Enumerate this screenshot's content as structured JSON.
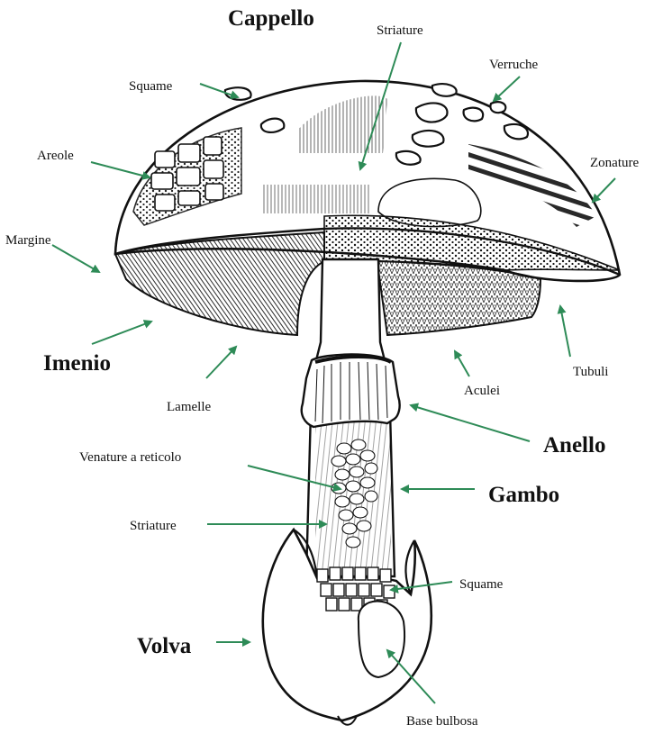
{
  "labels": {
    "cappello": "Cappello",
    "striature_top": "Striature",
    "verruche": "Verruche",
    "squame_top": "Squame",
    "areole": "Areole",
    "zonature": "Zonature",
    "margine": "Margine",
    "imenio": "Imenio",
    "lamelle": "Lamelle",
    "aculei": "Aculei",
    "tubuli": "Tubuli",
    "anello": "Anello",
    "venature": "Venature a reticolo",
    "gambo": "Gambo",
    "striature_stem": "Striature",
    "squame_volva": "Squame",
    "volva": "Volva",
    "base_bulbosa": "Base bulbosa"
  },
  "colors": {
    "arrow": "#2e8b57",
    "ink": "#111111"
  }
}
